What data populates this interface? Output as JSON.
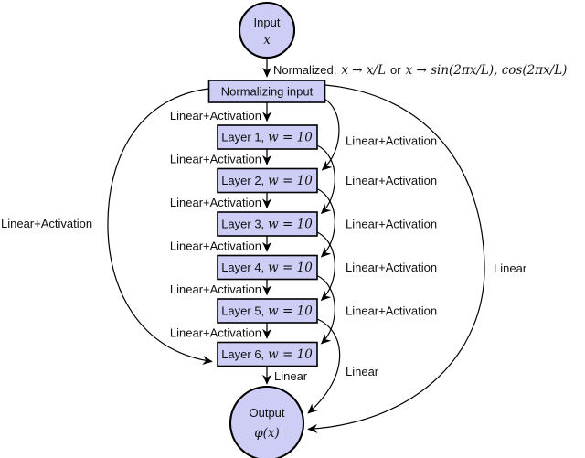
{
  "figure": {
    "colors": {
      "node_fill": "#cdcdf6",
      "node_stroke": "#000000",
      "text": "#111111",
      "background": "#ffffff"
    },
    "input_node": {
      "title": "Input",
      "symbol": "x"
    },
    "output_node": {
      "title": "Output",
      "symbol": "φ(x)"
    },
    "normalizing_box": {
      "label": "Normalizing input"
    },
    "top_edge_label": {
      "prefix": "Normalized,",
      "math_a": "x → x/L",
      "conj": "or",
      "math_b": "x → sin(2πx/L), cos(2πx/L)"
    },
    "layers": [
      {
        "name": "Layer 1,",
        "width_eq": "w = 10"
      },
      {
        "name": "Layer 2,",
        "width_eq": "w = 10"
      },
      {
        "name": "Layer 3,",
        "width_eq": "w = 10"
      },
      {
        "name": "Layer 4,",
        "width_eq": "w = 10"
      },
      {
        "name": "Layer 5,",
        "width_eq": "w = 10"
      },
      {
        "name": "Layer 6,",
        "width_eq": "w = 10"
      }
    ],
    "chain_edge_labels": [
      "Linear+Activation",
      "Linear+Activation",
      "Linear+Activation",
      "Linear+Activation",
      "Linear+Activation",
      "Linear+Activation"
    ],
    "output_edge_label": "Linear",
    "skip_right_labels": [
      "Linear+Activation",
      "Linear+Activation",
      "Linear+Activation",
      "Linear+Activation",
      "Linear+Activation"
    ],
    "skip_layer5_output_label": "Linear",
    "skip_left_label": "Linear+Activation",
    "skip_outer_right_label": "Linear"
  }
}
